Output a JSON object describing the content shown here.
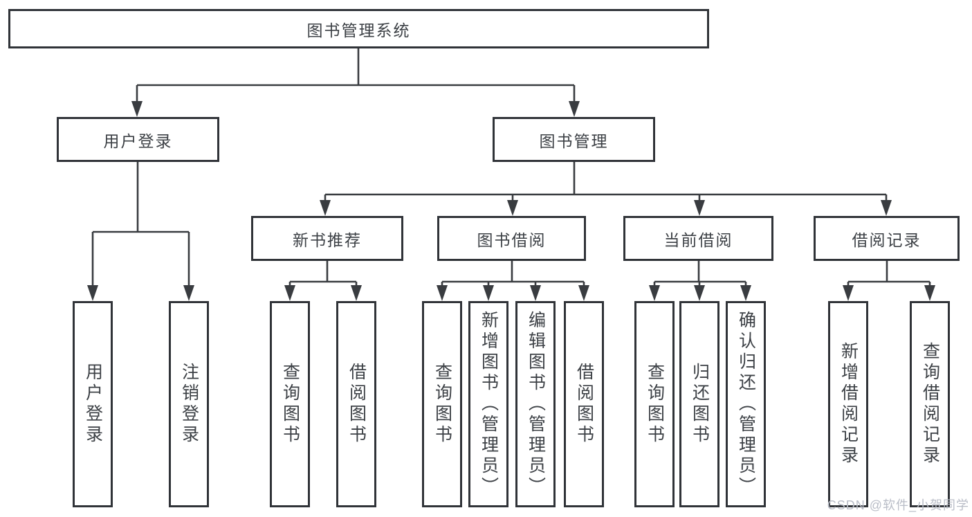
{
  "diagram": {
    "title": "图书管理系统",
    "nodes": {
      "root": "图书管理系统",
      "level2": [
        "用户登录",
        "图书管理"
      ],
      "level3": [
        "新书推荐",
        "图书借阅",
        "当前借阅",
        "借阅记录"
      ],
      "leaves": {
        "user": [
          "用户登录",
          "注销登录"
        ],
        "recommend": [
          "查询图书",
          "借阅图书"
        ],
        "borrow": [
          "查询图书",
          "新增图书（管理员）",
          "编辑图书（管理员）",
          "借阅图书"
        ],
        "current": [
          "查询图书",
          "归还图书",
          "确认归还（管理员）"
        ],
        "records": [
          "新增借阅记录",
          "查询借阅记录"
        ]
      }
    },
    "colors": {
      "line": "#393c40",
      "border": "#303338",
      "text": "#3c4045",
      "watermark": "#b9bdc7",
      "background": "#ffffff"
    }
  },
  "watermark": "CSDN @软件_小贺同学"
}
